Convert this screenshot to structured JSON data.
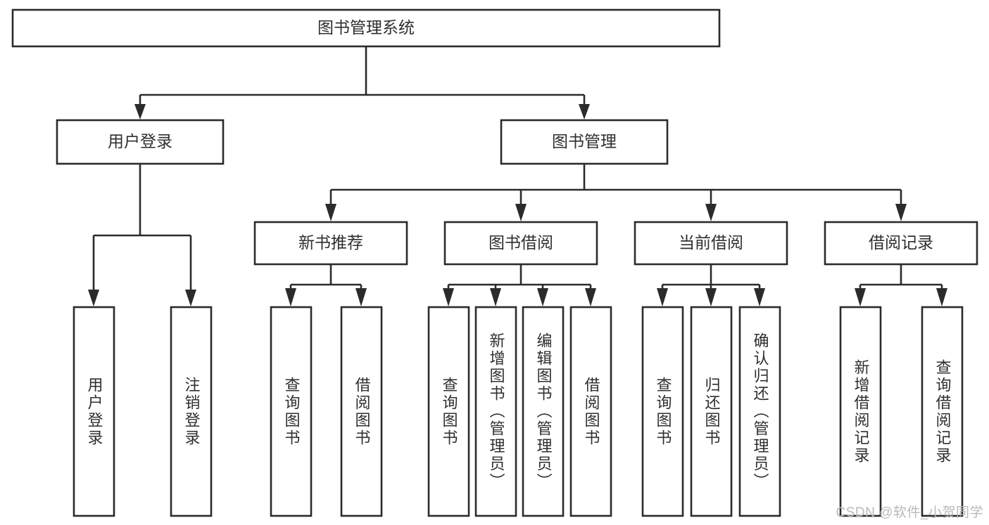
{
  "diagram": {
    "type": "tree",
    "title": "图书管理系统",
    "orientation": "top-down",
    "colors": {
      "stroke": "#2b2b2b",
      "fill": "#ffffff",
      "text": "#2f2f2f",
      "watermark": "#b9b9b9",
      "background": "#ffffff"
    },
    "levels": {
      "level0": [
        "图书管理系统"
      ],
      "level1": [
        "用户登录",
        "图书管理"
      ],
      "level2": [
        "新书推荐",
        "图书借阅",
        "当前借阅",
        "借阅记录"
      ],
      "level3": [
        "用户登录",
        "注销登录",
        "查询图书",
        "借阅图书",
        "查询图书",
        "新增图书（管理员）",
        "编辑图书（管理员）",
        "借阅图书",
        "查询图书",
        "归还图书",
        "确认归还（管理员）",
        "新增借阅记录",
        "查询借阅记录"
      ]
    },
    "nodes": {
      "root": {
        "label": "图书管理系统"
      },
      "user_login": {
        "label": "用户登录"
      },
      "book_manage": {
        "label": "图书管理"
      },
      "new_book_rec": {
        "label": "新书推荐"
      },
      "book_borrow": {
        "label": "图书借阅"
      },
      "current_borrow": {
        "label": "当前借阅"
      },
      "borrow_record": {
        "label": "借阅记录"
      },
      "leaf_user_login": {
        "label": "用户登录"
      },
      "leaf_logout": {
        "label": "注销登录"
      },
      "leaf_query_book_1": {
        "label": "查询图书"
      },
      "leaf_borrow_book_1": {
        "label": "借阅图书"
      },
      "leaf_query_book_2": {
        "label": "查询图书"
      },
      "leaf_add_book_admin": {
        "label": "新增图书（管理员）"
      },
      "leaf_edit_book_admin": {
        "label": "编辑图书（管理员）"
      },
      "leaf_borrow_book_2": {
        "label": "借阅图书"
      },
      "leaf_query_book_3": {
        "label": "查询图书"
      },
      "leaf_return_book": {
        "label": "归还图书"
      },
      "leaf_confirm_return_admin": {
        "label": "确认归还（管理员）"
      },
      "leaf_add_record": {
        "label": "新增借阅记录"
      },
      "leaf_query_record": {
        "label": "查询借阅记录"
      }
    },
    "edges": [
      {
        "from": "root",
        "to": "user_login"
      },
      {
        "from": "root",
        "to": "book_manage"
      },
      {
        "from": "user_login",
        "to": "leaf_user_login"
      },
      {
        "from": "user_login",
        "to": "leaf_logout"
      },
      {
        "from": "book_manage",
        "to": "new_book_rec"
      },
      {
        "from": "book_manage",
        "to": "book_borrow"
      },
      {
        "from": "book_manage",
        "to": "current_borrow"
      },
      {
        "from": "book_manage",
        "to": "borrow_record"
      },
      {
        "from": "new_book_rec",
        "to": "leaf_query_book_1"
      },
      {
        "from": "new_book_rec",
        "to": "leaf_borrow_book_1"
      },
      {
        "from": "book_borrow",
        "to": "leaf_query_book_2"
      },
      {
        "from": "book_borrow",
        "to": "leaf_add_book_admin"
      },
      {
        "from": "book_borrow",
        "to": "leaf_edit_book_admin"
      },
      {
        "from": "book_borrow",
        "to": "leaf_borrow_book_2"
      },
      {
        "from": "current_borrow",
        "to": "leaf_query_book_3"
      },
      {
        "from": "current_borrow",
        "to": "leaf_return_book"
      },
      {
        "from": "current_borrow",
        "to": "leaf_confirm_return_admin"
      },
      {
        "from": "borrow_record",
        "to": "leaf_add_record"
      },
      {
        "from": "borrow_record",
        "to": "leaf_query_record"
      }
    ]
  },
  "watermark": {
    "text": "CSDN @软件_小贺同学"
  }
}
